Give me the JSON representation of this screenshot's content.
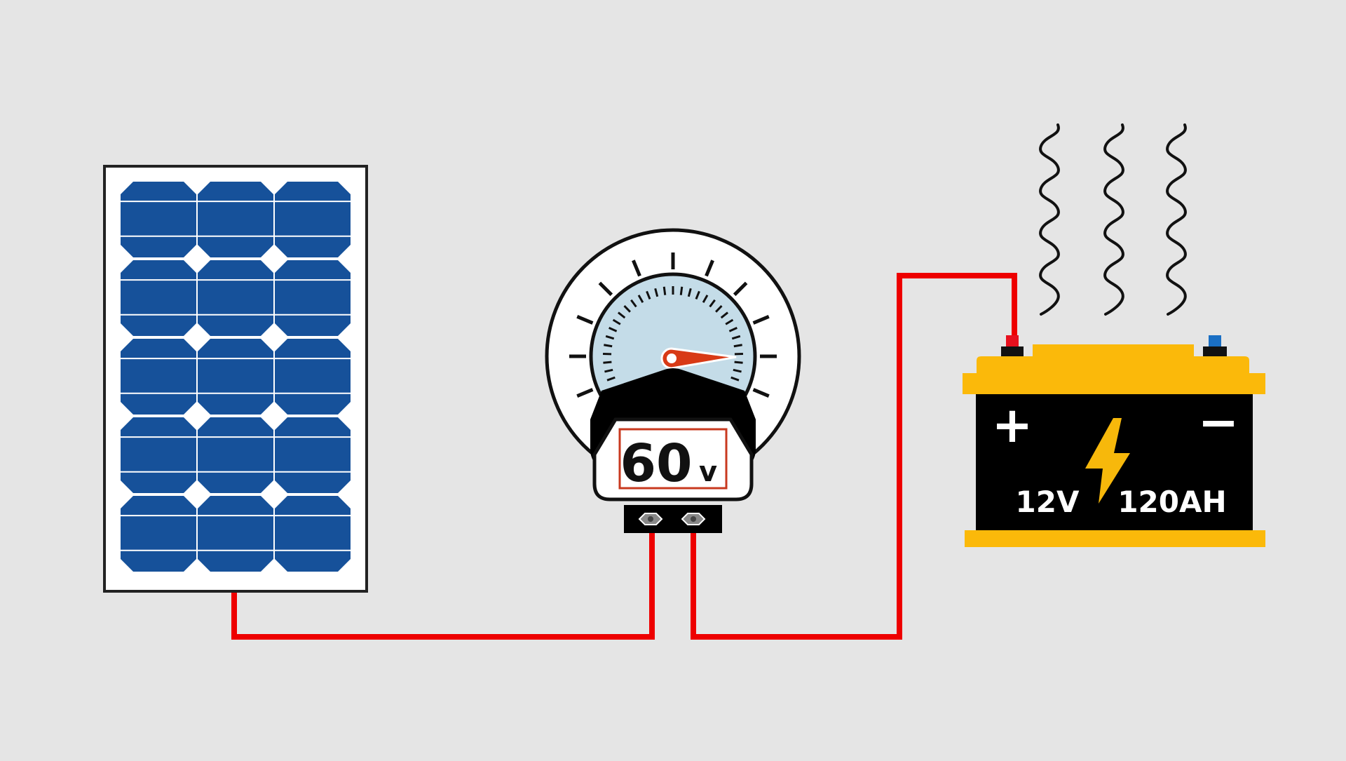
{
  "colors": {
    "background": "#e5e5e5",
    "wire": "#ee0000",
    "panel_cell": "#16519a",
    "panel_frame": "#222222",
    "gauge_face": "#c4dce8",
    "needle": "#d83a16",
    "battery_body": "#000000",
    "battery_trim": "#fbb90a",
    "battery_bolt": "#f7b80b",
    "terminal_positive": "#e8101e",
    "terminal_negative": "#1a6fc4",
    "readout_border": "#c8391f"
  },
  "controller": {
    "reading_value": "60",
    "reading_unit": "v",
    "needle_level": 0.97
  },
  "battery": {
    "plus_symbol": "+",
    "minus_symbol": "−",
    "voltage_label": "12V",
    "capacity_label": "120AH"
  },
  "icons": {
    "panel": "solar-panel-icon",
    "gauge": "voltmeter-icon",
    "battery": "car-battery-icon",
    "bolt": "lightning-bolt-icon",
    "heat": "heat-wave-icon",
    "screw": "screw-terminal-icon"
  }
}
